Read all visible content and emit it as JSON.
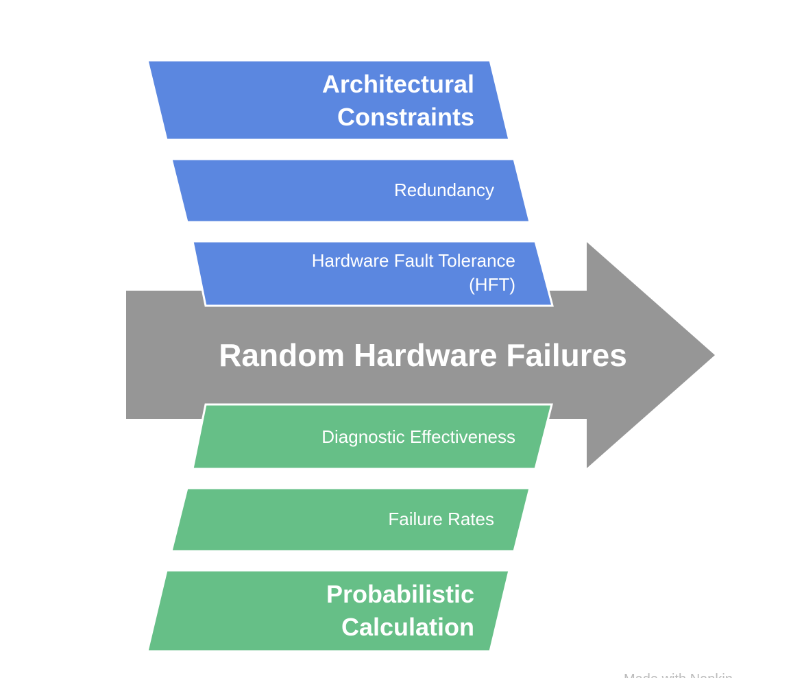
{
  "title": "Random Hardware Failures",
  "colors": {
    "blue": "#5B87E0",
    "green": "#66BF87",
    "arrow": "#969696"
  },
  "blue_items": [
    {
      "lines": [
        "Architectural",
        "Constraints"
      ]
    },
    {
      "lines": [
        "Redundancy"
      ]
    },
    {
      "lines": [
        "Hardware Fault Tolerance",
        "(HFT)"
      ]
    }
  ],
  "green_items": [
    {
      "lines": [
        "Diagnostic Effectiveness"
      ]
    },
    {
      "lines": [
        "Failure Rates"
      ]
    },
    {
      "lines": [
        "Probabilistic",
        "Calculation"
      ]
    }
  ],
  "watermark": "Made with Napkin"
}
